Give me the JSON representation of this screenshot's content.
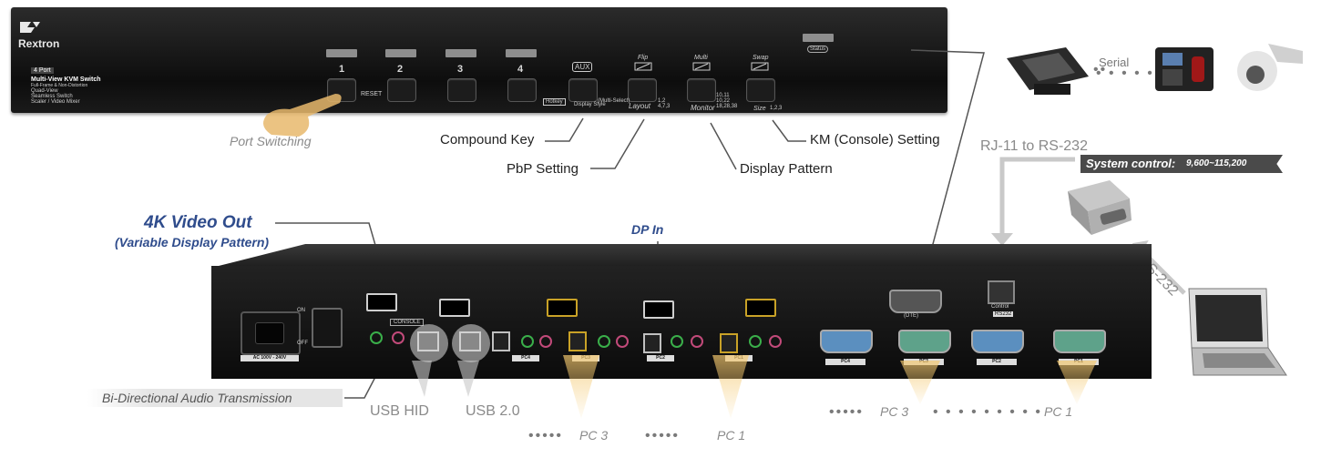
{
  "front_panel": {
    "brand": "Rextron",
    "product_lines": [
      "4 Port",
      "Multi-View KVM Switch",
      "Full-Frame & Non-Distortion",
      "Quad-View",
      "Seamless Switch",
      "Scaler / Video Mixer"
    ],
    "port_keys": [
      "1",
      "2",
      "3",
      "4"
    ],
    "reset_label": "RESET",
    "aux_label": "AUX",
    "flip_label": "Flip",
    "multi_label": "Multi",
    "swap_label": "Swap",
    "status_label": "Status",
    "hotkey_label": "Hotkey",
    "display_style_label": "Display Style",
    "multi_select_label": "(Multi-Select)",
    "layout_label": "Layout",
    "layout_values": "1,2 4,7,3",
    "monitor_label": "Monitor",
    "monitor_values": "10,11 10,22 18,28,38",
    "size_label": "Size",
    "size_values": "1,2,3"
  },
  "callouts": {
    "port_switching": "Port Switching",
    "compound_key": "Compound Key",
    "pbp_setting": "PbP Setting",
    "display_pattern": "Display Pattern",
    "km_setting": "KM (Console) Setting",
    "serial": "Serial",
    "rj11": "RJ-11 to RS-232",
    "system_control": "System control:",
    "baud_rate": "9,600~115,200",
    "rs232": "RS-232",
    "video_out_title": "4K Video Out",
    "video_out_sub": "(Variable Display Pattern)",
    "dp_in": "DP In",
    "audio": "Bi-Directional Audio Transmission",
    "usb_hid": "USB HID",
    "usb_20": "USB 2.0",
    "pc3_left": "PC 3",
    "pc1_left": "PC 1",
    "pc3_right": "PC 3",
    "pc1_right": "PC 1"
  },
  "rear_panel": {
    "power_on": "ON",
    "power_off": "OFF",
    "voltage": "AC 100V - 240V",
    "console_label": "CONSOLE",
    "pc_ports": [
      "PC4",
      "PC3",
      "PC2",
      "PC1"
    ],
    "dte_label": "(DTE)",
    "control_label": "Control",
    "rs232_label": "RS232"
  }
}
